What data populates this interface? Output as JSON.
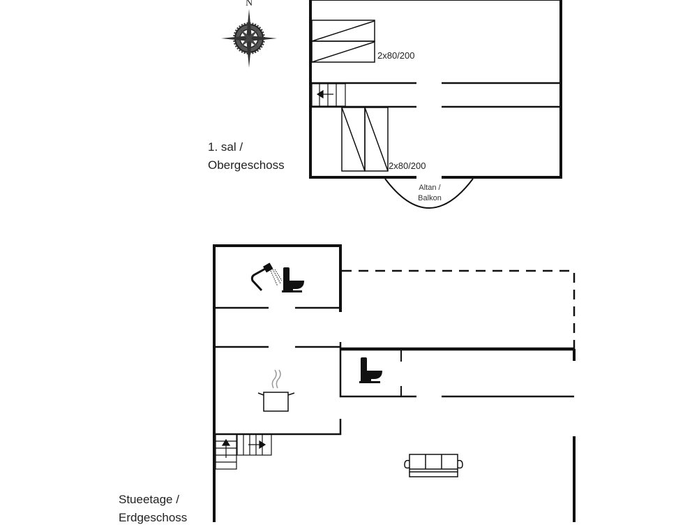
{
  "compass": {
    "north_label": "N",
    "icon": "compass-rose-icon"
  },
  "upper_floor": {
    "label_line1": "1. sal /",
    "label_line2": "Obergeschoss",
    "bed_label_top": "2x80/200",
    "bed_label_bottom": "2x80/200",
    "balcony_line1": "Altan /",
    "balcony_line2": "Balkon"
  },
  "ground_floor": {
    "label_line1": "Stueetage /",
    "label_line2": "Erdgeschoss",
    "icons": [
      "shower-icon",
      "toilet-icon",
      "cooking-pot-icon",
      "stairs-icon",
      "sofa-icon"
    ]
  }
}
